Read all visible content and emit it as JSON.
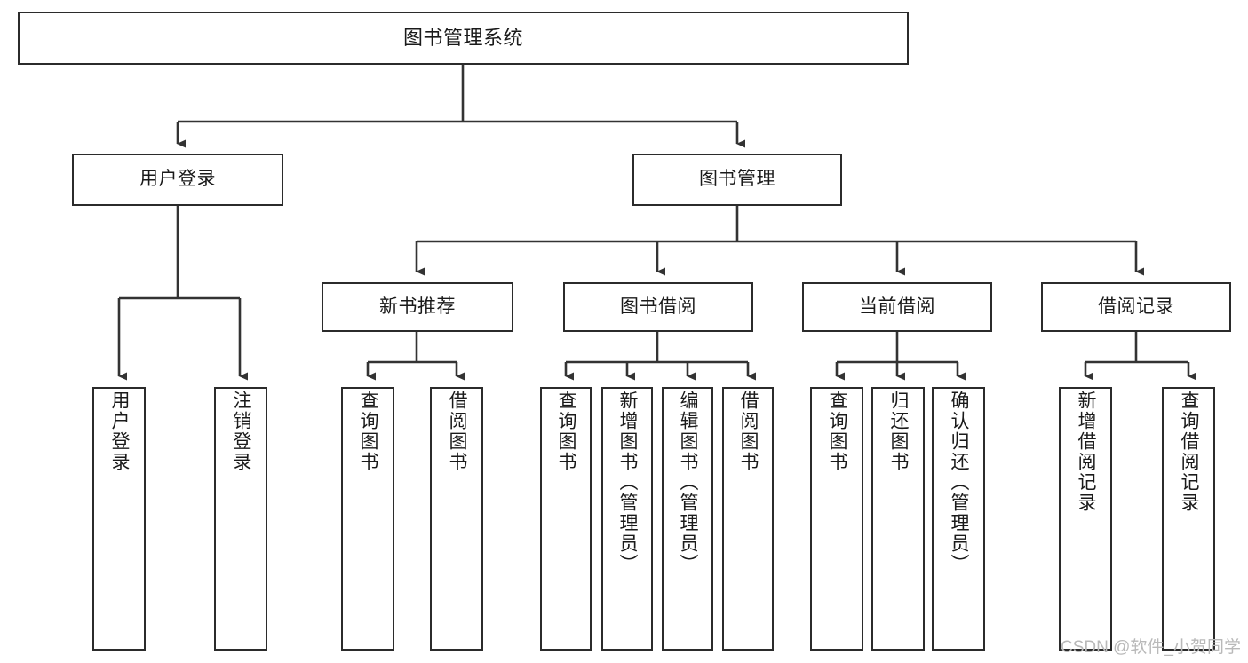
{
  "diagram": {
    "title": "图书管理系统",
    "type": "tree-hierarchy",
    "orientation": "top-down",
    "colors": {
      "box_border": "#2b2b2b",
      "box_fill": "#ffffff",
      "connector": "#333333",
      "text": "#1a1a1a",
      "watermark": "#b9b9b9",
      "background": "#ffffff"
    },
    "root": {
      "label": "图书管理系统"
    },
    "level1": [
      {
        "label": "用户登录"
      },
      {
        "label": "图书管理"
      }
    ],
    "level2": [
      {
        "label": "新书推荐"
      },
      {
        "label": "图书借阅"
      },
      {
        "label": "当前借阅"
      },
      {
        "label": "借阅记录"
      }
    ],
    "leaves": {
      "user_login": [
        {
          "label": "用户登录"
        },
        {
          "label": "注销登录"
        }
      ],
      "new_book_recommend": [
        {
          "label": "查询图书"
        },
        {
          "label": "借阅图书"
        }
      ],
      "book_borrow": [
        {
          "label": "查询图书"
        },
        {
          "label": "新增图书（管理员）"
        },
        {
          "label": "编辑图书（管理员）"
        },
        {
          "label": "借阅图书"
        }
      ],
      "current_borrow": [
        {
          "label": "查询图书"
        },
        {
          "label": "归还图书"
        },
        {
          "label": "确认归还（管理员）"
        }
      ],
      "borrow_record": [
        {
          "label": "新增借阅记录"
        },
        {
          "label": "查询借阅记录"
        }
      ]
    }
  },
  "watermark": {
    "text": "CSDN @软件_小贺同学"
  }
}
